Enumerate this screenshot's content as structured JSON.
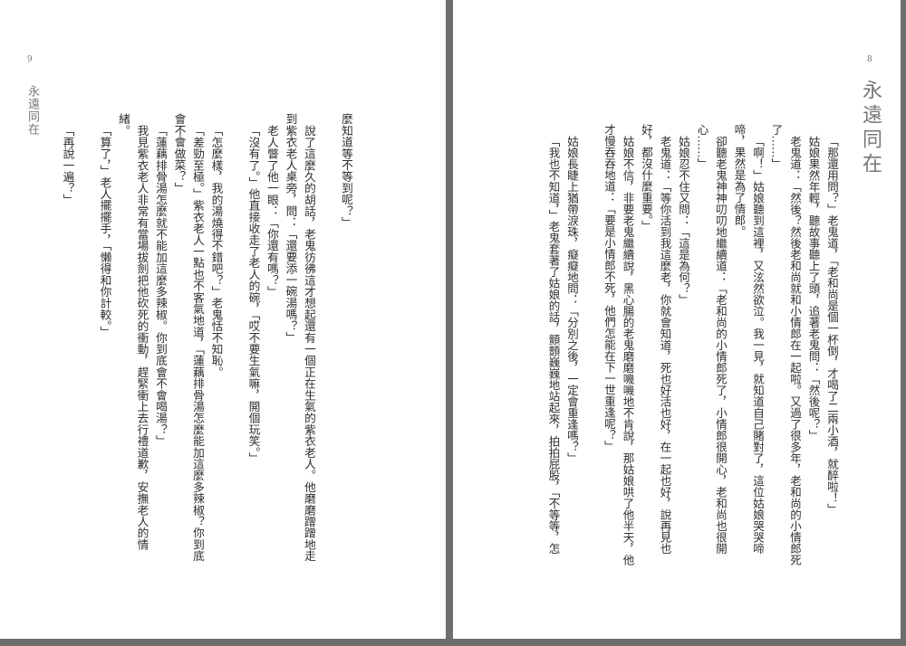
{
  "book_title": "永遠同在",
  "pages": {
    "left": {
      "page_number": "9",
      "running_title": "永遠同在",
      "paragraphs": [
        "麼知道等不等到呢？」",
        "說了這麼久的胡話，老鬼彷彿這才想起還有一個正在生氣的紫衣老人。他磨磨蹭蹭地走到紫衣老人桌旁，問：「還要添一碗湯嗎？」",
        "老人瞥了他一眼：「你還有嗎？」",
        "「沒有了。」他直接收走了老人的碗，「哎不要生氣嘛，開個玩笑。」",
        "「怎麼樣，我的湯燒得不錯吧？」老鬼恬不知恥。",
        "「差勁至極。」紫衣老人一點也不客氣地道，「蓮藕排骨湯怎麼能加這麼多辣椒？你到底會不會做菜？」",
        "「蓮藕排骨湯怎麼就不能加這麼多辣椒。你到底會不會喝湯？」",
        "我見紫衣老人非常有當場拔劍把他砍死的衝動，趕緊衝上去行禮道歉，安撫老人的情緒。",
        "「算了，」老人擺擺手，「懶得和你計較。」",
        "「再說一遍？」"
      ]
    },
    "right": {
      "page_number": "8",
      "running_title": "永遠同在",
      "paragraphs": [
        "「那還用問？」老鬼道，「老和尚是個一杯倒，才喝了二兩小酒，就醉啦！」",
        "姑娘果然年輕，聽故事聽上了頭，追著老鬼問：「然後呢？」",
        "老鬼道：「然後？然後老和尚就和小情郎在一起啦。又過了很多年，老和尚的小情郎死了……」",
        "「啊！」姑娘聽到這裡，又泫然欲泣。我一見，就知道自己賭對了，這位姑娘哭哭啼啼，果然是為了情郎。",
        "卻聽老鬼神神叨叨地繼續道：「老和尚的小情郎死了，小情郎很開心，老和尚也很開心……」",
        "姑娘忍不住又問：「這是為何？」",
        "老鬼道：「等你活到我這麼老，你就會知道，死也好活也好，在一起也好，說再見也好，都沒什麼重要。」",
        "姑娘不信，非要老鬼繼續說，黑心腸的老鬼磨磨嘰嘰地不肯說，那姑娘哄了他半天，他才慢吞吞地道：「要是小情郎不死，他們怎能在下一世重逢呢？」",
        "姑娘長睫上猶帶淚珠，癡癡地問：「分別之後，一定會重逢嗎？」",
        "「我也不知道，」老鬼套著了姑娘的話，顫顫巍巍地站起來，拍拍屁股，「不等等，怎"
      ]
    }
  }
}
